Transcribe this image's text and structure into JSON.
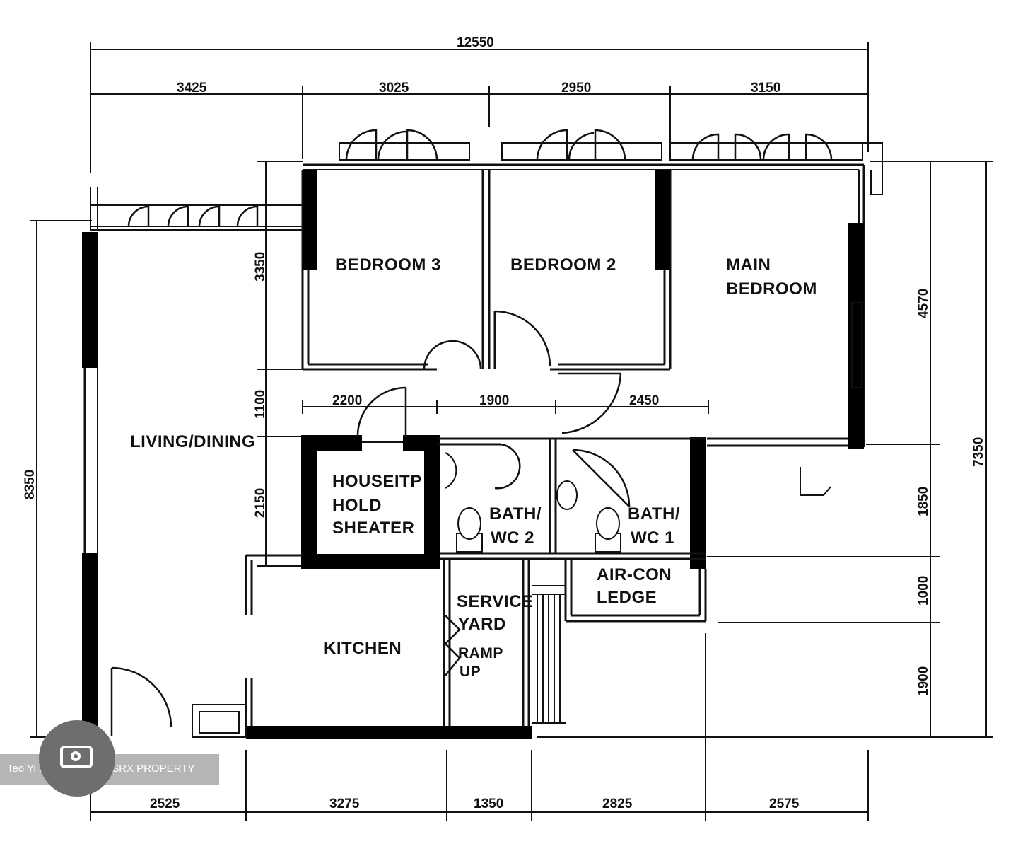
{
  "rooms": {
    "bedroom3": "BEDROOM 3",
    "bedroom2": "BEDROOM 2",
    "main_bedroom_1": "MAIN",
    "main_bedroom_2": "BEDROOM",
    "living_dining": "LIVING/DINING",
    "household_shelter_1": "HOUSEITP",
    "household_shelter_2": "HOLD",
    "household_shelter_3": "SHEATER",
    "bath2_1": "BATH/",
    "bath2_2": "WC 2",
    "bath1_1": "BATH/",
    "bath1_2": "WC 1",
    "aircon_1": "AIR-CON",
    "aircon_2": "LEDGE",
    "service_yard_1": "SERVICE",
    "service_yard_2": "YARD",
    "ramp_1": "RAMP",
    "ramp_2": "UP",
    "kitchen": "KITCHEN"
  },
  "dimensions": {
    "top_total": "12550",
    "top": [
      "3425",
      "3025",
      "2950",
      "3150"
    ],
    "bottom": [
      "2525",
      "3275",
      "1350",
      "2825",
      "2575"
    ],
    "left_total": "8350",
    "inner_left": [
      "3350",
      "1100",
      "2150"
    ],
    "corridor": [
      "2200",
      "1900",
      "2450"
    ],
    "right_outer": "7350",
    "right_inner": [
      "4570",
      "1850",
      "1000",
      "1900"
    ]
  },
  "watermark": {
    "text": "Teo Yi Xin, Jeremias | SRX PROPERTY",
    "icon": "camera-logo-icon"
  }
}
